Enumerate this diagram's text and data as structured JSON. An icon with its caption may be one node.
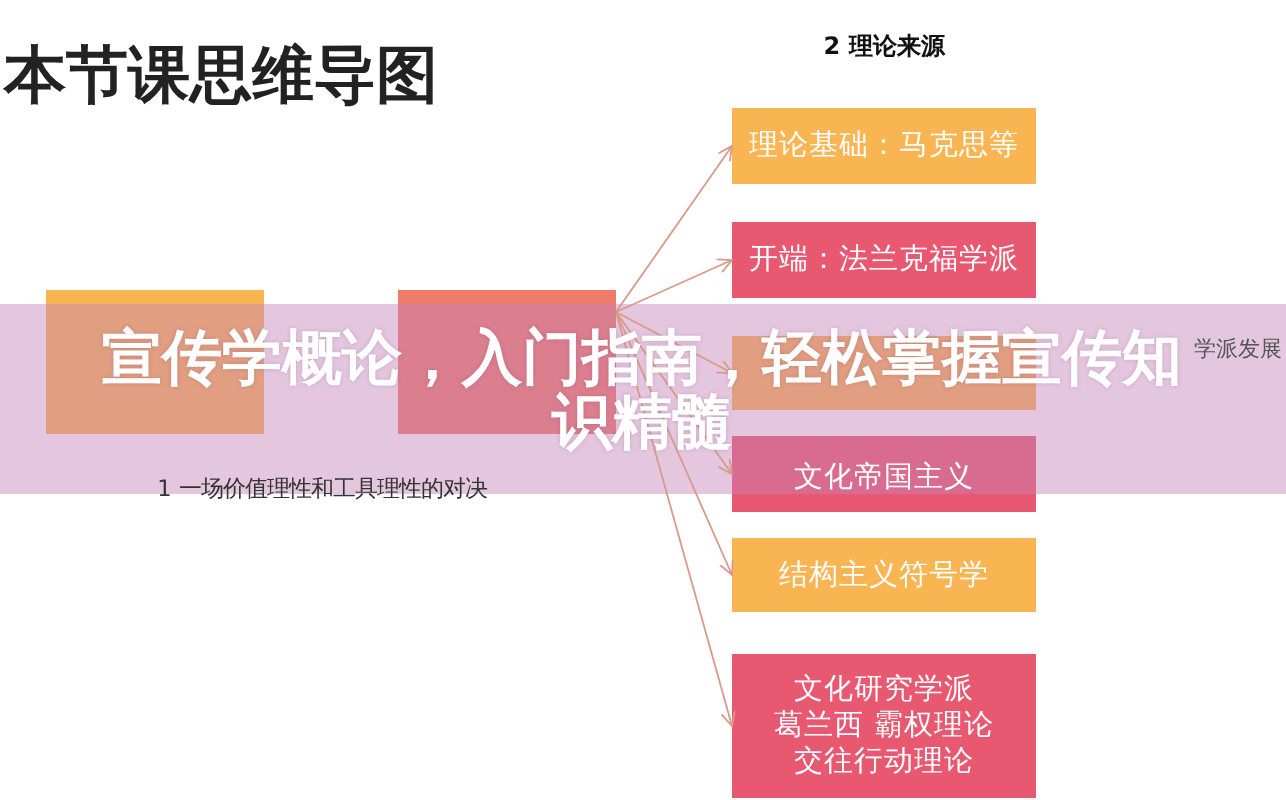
{
  "diagram": {
    "title": "本节课思维导图",
    "caption": "宣传学概论，入门指南，轻松掌握宣传知识精髓",
    "nodes": [
      {
        "text": [],
        "shape": "box"
      },
      {
        "text": [],
        "shape": "box"
      },
      {
        "text": [
          "理论基础：马克思等"
        ]
      },
      {
        "text": [
          "开端：法兰克福学派"
        ]
      },
      {
        "text": [],
        "shape": "box"
      },
      {
        "text": [
          "文化帝国主义"
        ]
      },
      {
        "text": [
          "结构主义符号学"
        ]
      },
      {
        "text": [
          "文化研究学派",
          "葛兰西 霸权理论",
          "交往行动理论"
        ]
      }
    ],
    "edges": [
      {
        "from": 1,
        "to": 2,
        "arrow": "to"
      },
      {
        "from": 1,
        "to": 3,
        "arrow": "to"
      },
      {
        "from": 1,
        "to": 4,
        "arrow": "to"
      },
      {
        "from": 1,
        "to": 5,
        "arrow": "to"
      },
      {
        "from": 1,
        "to": 6,
        "arrow": "to"
      },
      {
        "from": 1,
        "to": 7,
        "arrow": "to"
      }
    ],
    "labels": [
      "2 理论来源",
      "学派发展",
      "1 一场价值理性和工具理性的对决"
    ]
  }
}
